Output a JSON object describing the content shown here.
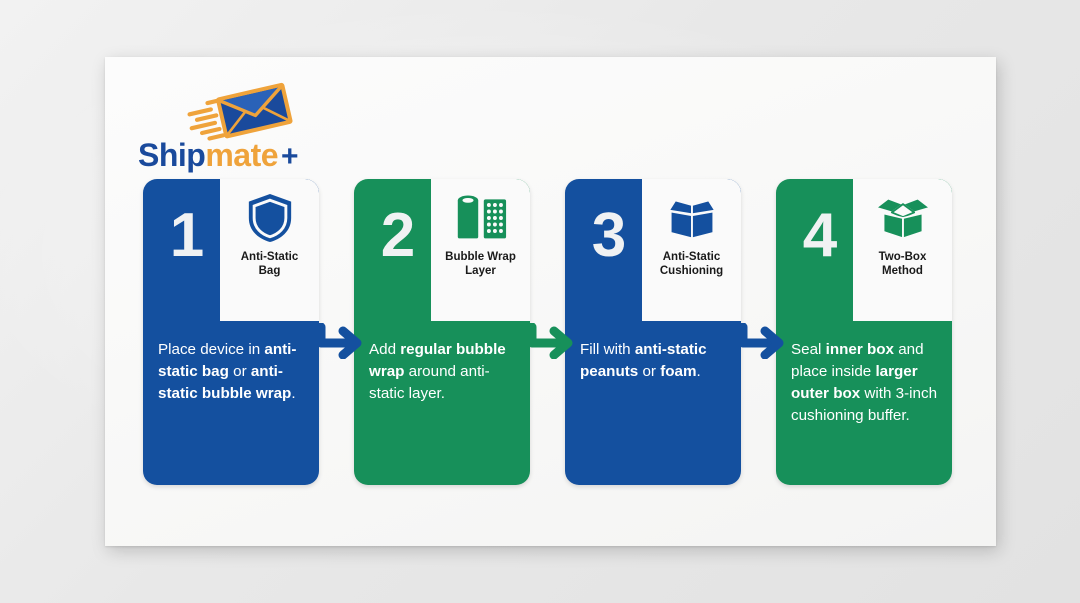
{
  "brand": {
    "name_part1": "Ship",
    "name_part2": "mate",
    "name_plus": "+",
    "logo_icon": "flying-envelope-icon",
    "colors": {
      "blue": "#14509F",
      "green": "#17905A",
      "orange": "#EFA33B",
      "logo_blue": "#1A4A9C"
    }
  },
  "steps": [
    {
      "number": "1",
      "color": "blue",
      "icon": "shield-icon",
      "caption_line1": "Anti-Static",
      "caption_line2": "Bag",
      "body_html": "Place device in <b>anti-static bag</b> or <b>anti-static bubble wrap</b>."
    },
    {
      "number": "2",
      "color": "green",
      "icon": "bubble-wrap-roll-icon",
      "caption_line1": "Bubble Wrap",
      "caption_line2": "Layer",
      "body_html": "Add <b>regular bubble wrap</b> around anti-static layer."
    },
    {
      "number": "3",
      "color": "blue",
      "icon": "open-box-icon",
      "caption_line1": "Anti-Static",
      "caption_line2": "Cushioning",
      "body_html": "Fill with <b>anti-static peanuts</b> or <b>foam</b>."
    },
    {
      "number": "4",
      "color": "green",
      "icon": "open-box-wide-flaps-icon",
      "caption_line1": "Two-Box",
      "caption_line2": "Method",
      "body_html": "Seal <b>inner box</b> and place inside <b>larger outer box</b> with 3-inch cushioning buffer."
    }
  ],
  "arrows": [
    {
      "name": "arrow-step1-to-step2",
      "color": "#14509F"
    },
    {
      "name": "arrow-step2-to-step3",
      "color": "#17905A"
    },
    {
      "name": "arrow-step3-to-step4",
      "color": "#14509F"
    }
  ]
}
